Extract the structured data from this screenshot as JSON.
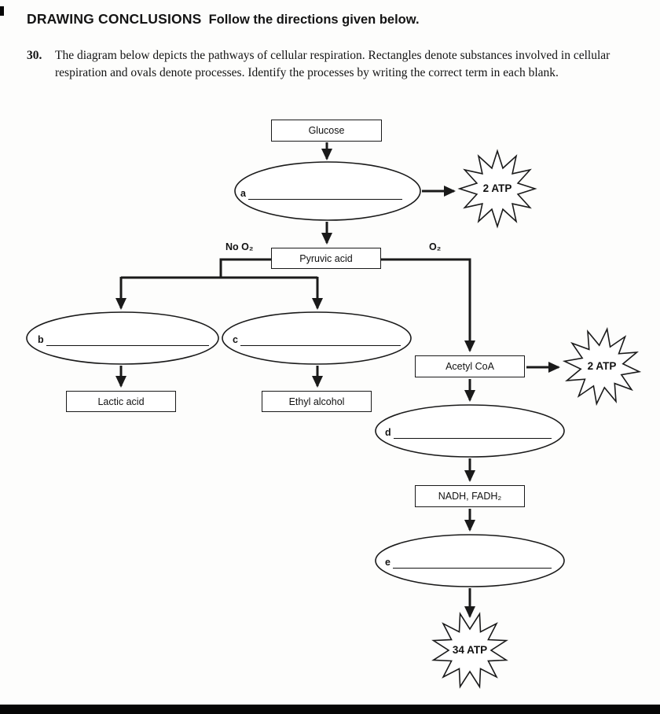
{
  "page": {
    "heading_title": "DRAWING CONCLUSIONS",
    "heading_rest": "Follow the directions given below.",
    "question_number": "30.",
    "question_text": "The diagram below depicts the pathways of cellular respiration. Rectangles denote substances involved in cellular respiration and ovals denote processes. Identify the processes by writing the correct term in each blank."
  },
  "diagram": {
    "nodes": {
      "glucose": "Glucose",
      "pyruvic_acid": "Pyruvic acid",
      "lactic_acid": "Lactic acid",
      "ethyl_alcohol": "Ethyl alcohol",
      "acetyl_coa": "Acetyl CoA",
      "nadh_fadh2": "NADH, FADH₂"
    },
    "labels": {
      "no_o2": "No O₂",
      "o2": "O₂"
    },
    "blanks": {
      "a": "a",
      "b": "b",
      "c": "c",
      "d": "d",
      "e": "e"
    },
    "atp": {
      "glycolysis_atp": "2 ATP",
      "krebs_atp": "2 ATP",
      "etc_atp": "34 ATP"
    }
  }
}
